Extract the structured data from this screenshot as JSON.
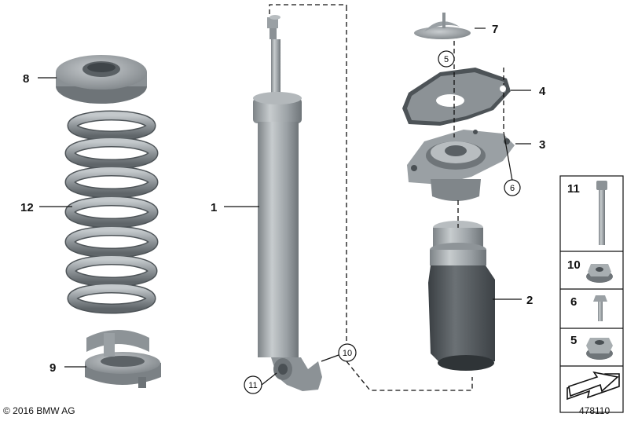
{
  "callouts": {
    "c1": "1",
    "c2": "2",
    "c3": "3",
    "c4": "4",
    "c5": "5",
    "c6": "6",
    "c7": "7",
    "c8": "8",
    "c9": "9",
    "c10": "10",
    "c11": "11",
    "c12": "12"
  },
  "circled": {
    "top_nut": "5",
    "mount_bolt": "6",
    "lower_eye_nut": "10",
    "lower_eye_bolt": "11"
  },
  "legend": {
    "items": [
      {
        "number": "11",
        "icon": "long-bolt-icon"
      },
      {
        "number": "10",
        "icon": "flange-nut-icon"
      },
      {
        "number": "6",
        "icon": "short-bolt-icon"
      },
      {
        "number": "5",
        "icon": "hex-collar-nut-icon"
      }
    ],
    "direction_icon": "forward-arrow-icon"
  },
  "copyright": "© 2016 BMW AG",
  "diagram_number": "478110",
  "colors": {
    "part_gray": "#9aa0a4",
    "boot_dark": "#4f5458",
    "line": "#111111"
  }
}
